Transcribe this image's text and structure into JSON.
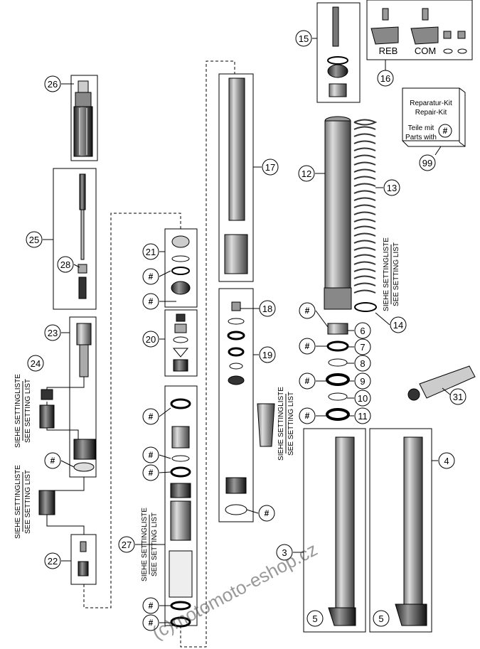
{
  "callouts": {
    "c26": "26",
    "c25": "25",
    "c28": "28",
    "c23": "23",
    "c24": "24",
    "c22": "22",
    "c21": "21",
    "c20": "20",
    "c27": "27",
    "c17": "17",
    "c18": "18",
    "c19": "19",
    "c12": "12",
    "c13": "13",
    "c15": "15",
    "c16": "16",
    "c99": "99",
    "c14": "14",
    "c6": "6",
    "c7": "7",
    "c8": "8",
    "c9": "9",
    "c10": "10",
    "c11": "11",
    "c4": "4",
    "c3": "3",
    "c5": "5",
    "c31": "31",
    "hash": "#"
  },
  "labels": {
    "reb": "REB",
    "com": "COM",
    "repair_kit_de": "Reparatur-Kit",
    "repair_kit_en": "Repair-Kit",
    "parts_with_de": "Teile mit",
    "parts_with_en": "Parts with",
    "siehe": "SIEHE SETTINGLISTE",
    "see": "SEE SETTING LIST"
  },
  "watermark": "(c)motomoto-eshop.cz"
}
